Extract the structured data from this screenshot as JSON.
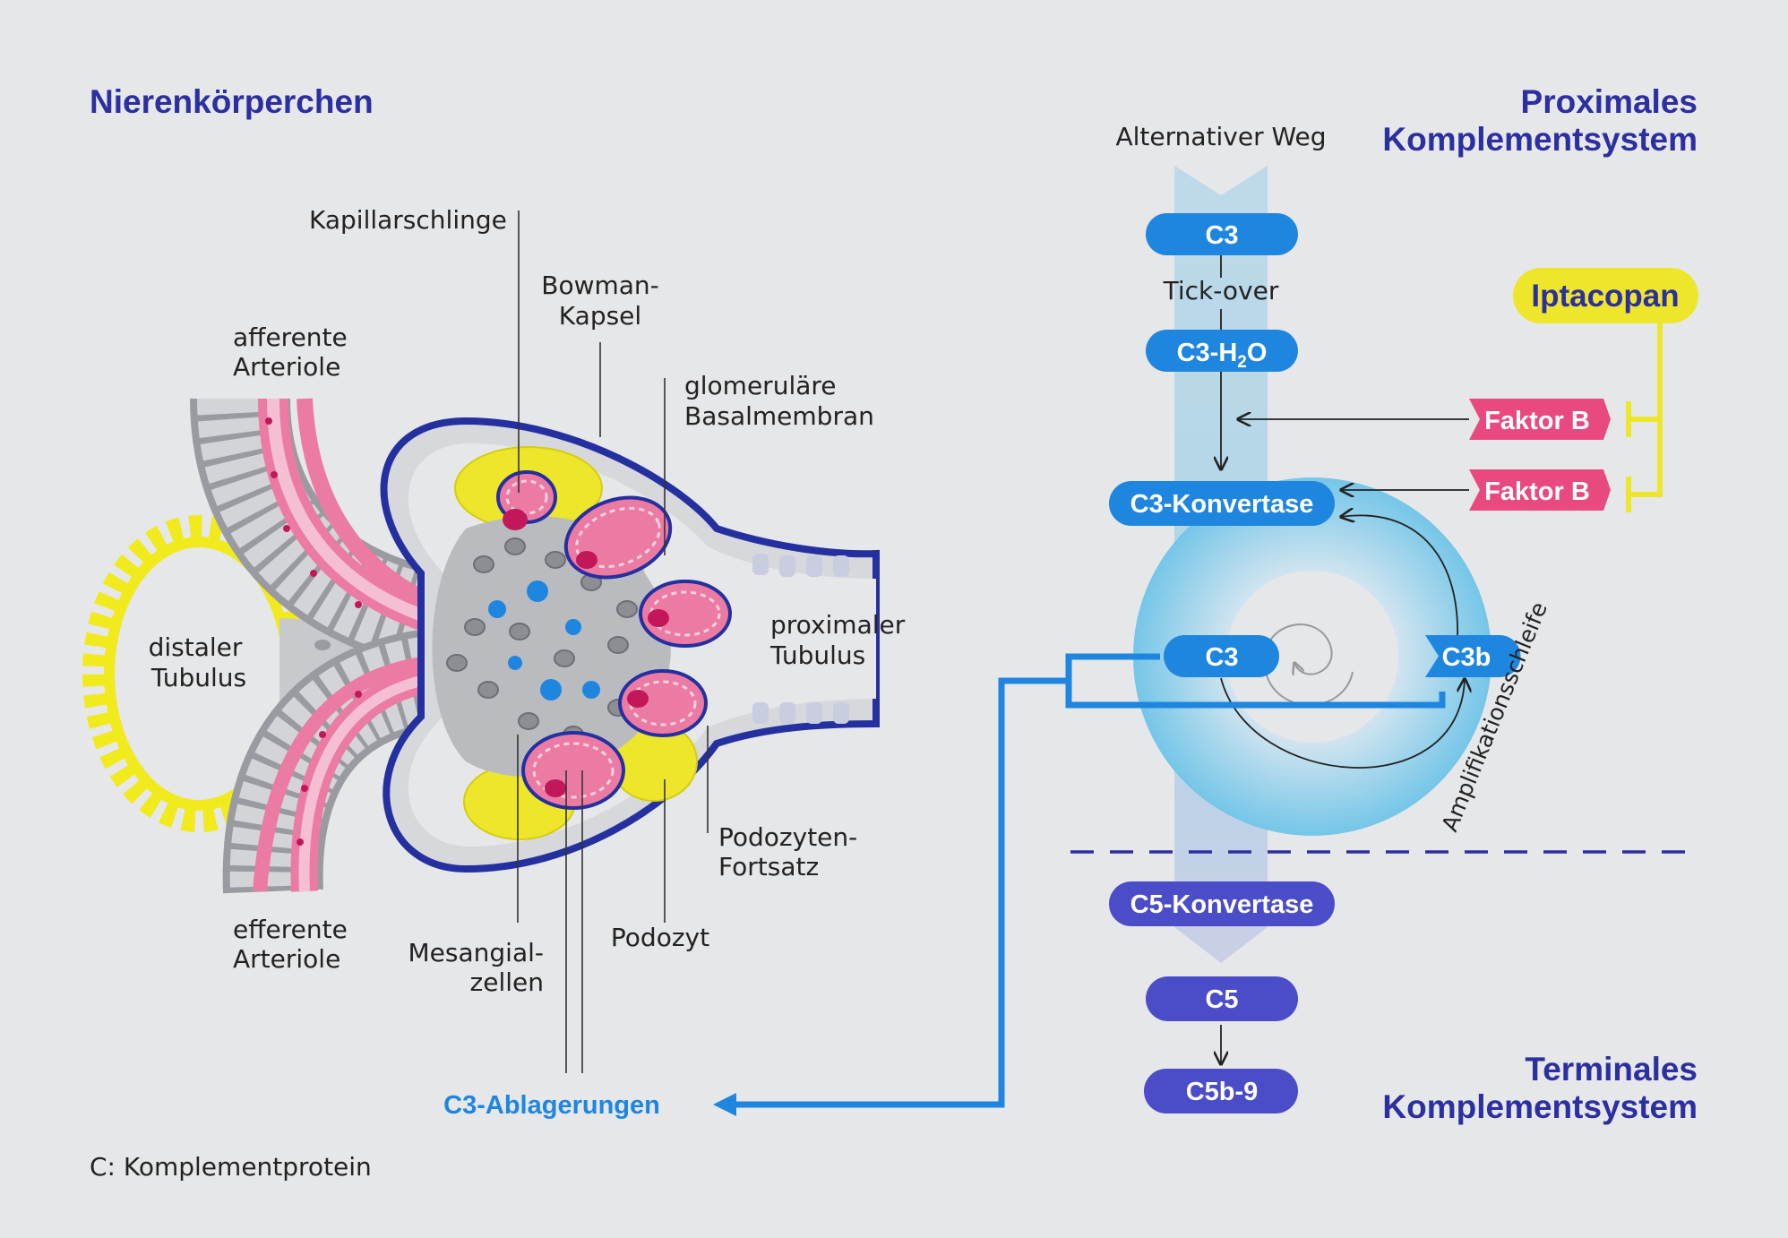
{
  "headings": {
    "left": "Nierenkörperchen",
    "proximal_1": "Proximales",
    "proximal_2": "Komplementsystem",
    "terminal_1": "Terminales",
    "terminal_2": "Komplementsystem"
  },
  "anatomy": {
    "kapillarschlinge": "Kapillarschlinge",
    "bowman_1": "Bowman-",
    "bowman_2": "Kapsel",
    "afferent_1": "afferente",
    "afferent_2": "Arteriole",
    "gbm_1": "glomeruläre",
    "gbm_2": "Basalmembran",
    "distal_1": "distaler",
    "distal_2": "Tubulus",
    "proximal_1": "proximaler",
    "proximal_2": "Tubulus",
    "fortsatz_1": "Podozyten-",
    "fortsatz_2": "Fortsatz",
    "efferent_1": "efferente",
    "efferent_2": "Arteriole",
    "mesangial_1": "Mesangial-",
    "mesangial_2": "zellen",
    "podozyt": "Podozyt",
    "deposits": "C3-Ablagerungen"
  },
  "pathway": {
    "alt_weg": "Alternativer Weg",
    "c3_top": "C3",
    "tick_over": "Tick-over",
    "c3h2o_prefix": "C3-H",
    "c3h2o_sub": "2",
    "c3h2o_suffix": "O",
    "c3_konvertase": "C3-Konvertase",
    "c3_loop": "C3",
    "c3b": "C3b",
    "amplifikation": "Amplifikationsschleife",
    "c5_konvertase": "C5-Konvertase",
    "c5": "C5",
    "c5b9": "C5b-9",
    "faktor_b_1": "Faktor B",
    "faktor_b_2": "Faktor B",
    "iptacopan": "Iptacopan"
  },
  "footnote": "C: Komplementprotein",
  "colors": {
    "heading": "#2b2fa0",
    "pill_blue": "#1f86e0",
    "pill_violet": "#4a4cc8",
    "factor_pink": "#e8497f",
    "iptacopan_yellow": "#eee62a",
    "capsule_navy": "#2530a0",
    "capillary_pink": "#ec7ba4",
    "tubulus_yellow": "#f1ea1c"
  }
}
